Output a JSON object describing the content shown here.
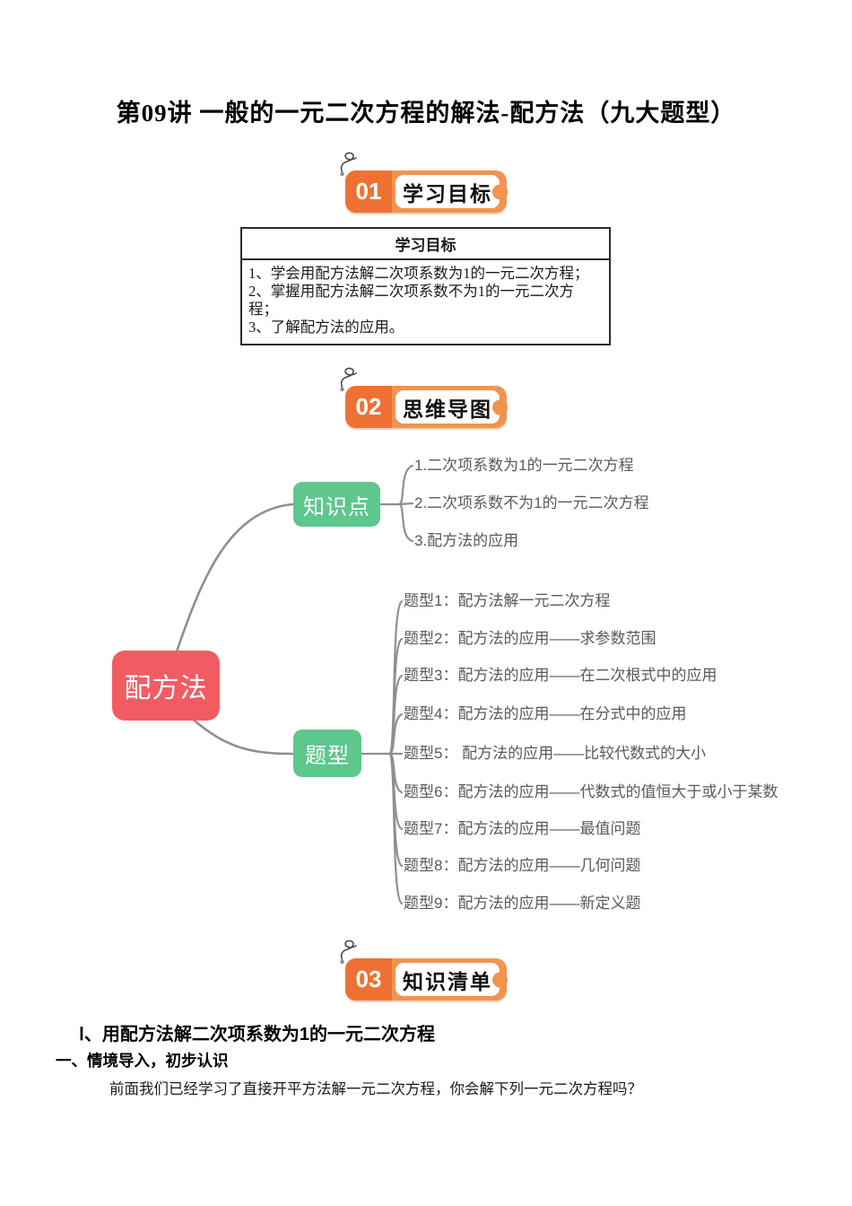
{
  "page": {
    "title": "第09讲 一般的一元二次方程的解法-配方法（九大题型）"
  },
  "badges": [
    {
      "num": "01",
      "label": "学习目标"
    },
    {
      "num": "02",
      "label": "思维导图"
    },
    {
      "num": "03",
      "label": "知识清单"
    }
  ],
  "objectives": {
    "header": "学习目标",
    "items": [
      "1、学会用配方法解二次项系数为1的一元二次方程；",
      "2、掌握用配方法解二次项系数不为1的一元二次方程；",
      "3、了解配方法的应用。"
    ]
  },
  "mindmap": {
    "root": "配方法",
    "branches": [
      {
        "label": "知识点",
        "children": [
          "1.二次项系数为1的一元二次方程",
          "2.二次项系数不为1的一元二次方程",
          "3.配方法的应用"
        ]
      },
      {
        "label": "题型",
        "children": [
          "题型1：配方法解一元二次方程",
          "题型2：配方法的应用——求参数范围",
          "题型3：配方法的应用——在二次根式中的应用",
          "题型4：配方法的应用——在分式中的应用",
          "题型5： 配方法的应用——比较代数式的大小",
          "题型6：配方法的应用——代数式的值恒大于或小于某数",
          "题型7：配方法的应用——最值问题",
          "题型8：配方法的应用——几何问题",
          "题型9：配方法的应用——新定义题"
        ]
      }
    ]
  },
  "knowledge_section": {
    "heading1": "Ⅰ、用配方法解二次项系数为1的一元二次方程",
    "heading2": "一、情境导入，初步认识",
    "intro": "前面我们已经学习了直接开平方法解一元二次方程，你会解下列一元二次方程吗？"
  },
  "colors": {
    "badge_deep_orange": "#EE7133",
    "badge_frame_orange": "#F29350",
    "root_red": "#F15C63",
    "branch_green": "#5DC78E",
    "connector_gray": "#8F8F8F"
  }
}
